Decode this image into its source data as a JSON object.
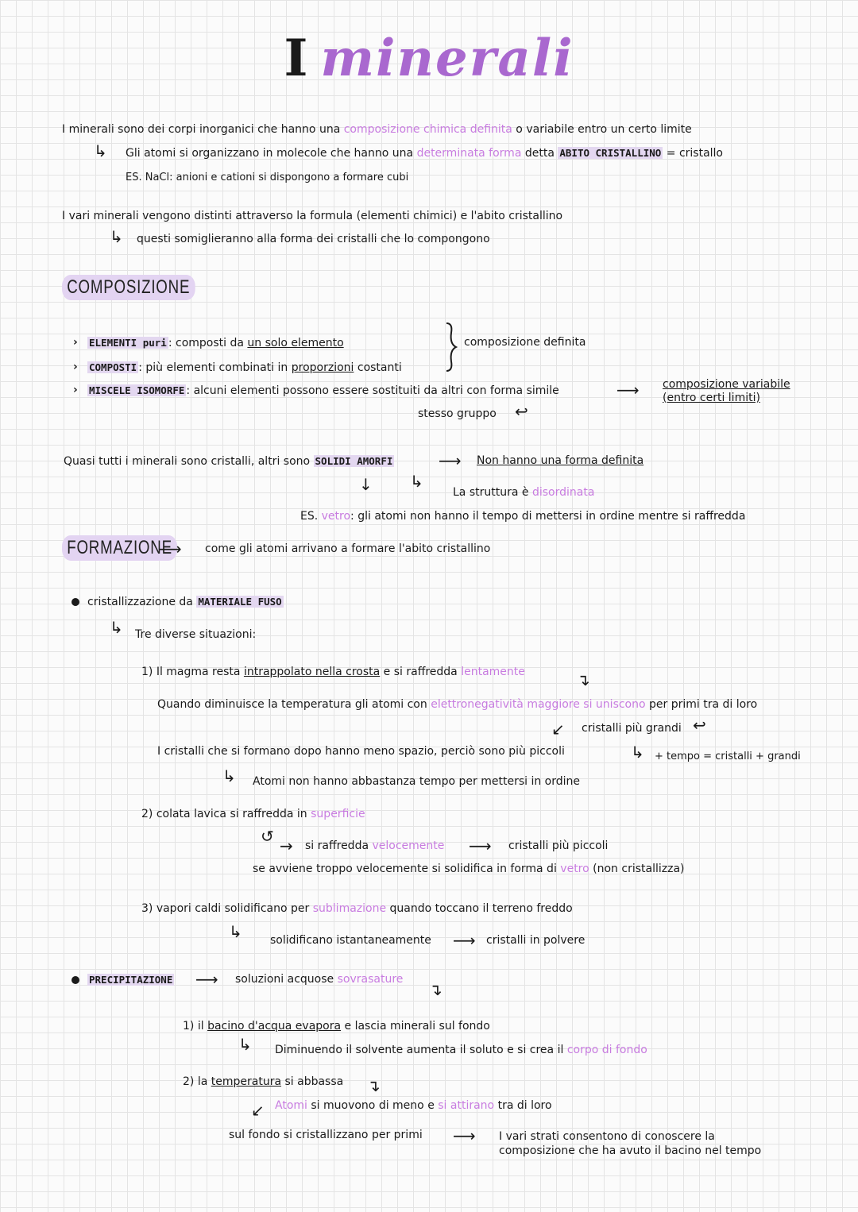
{
  "title": {
    "first": "I",
    "rest": "minerali"
  },
  "intro": {
    "line1_a": "I minerali sono dei corpi inorganici che hanno una ",
    "line1_b": "composizione chimica definita",
    "line1_c": " o variabile entro un certo limite",
    "line2_a": "Gli atomi si organizzano in molecole che hanno una ",
    "line2_b": "determinata forma",
    "line2_c": " detta ",
    "line2_d": "ABITO CRISTALLINO",
    "line2_e": " = cristallo",
    "line3": "ES. NaCl: anioni e cationi si dispongono a formare cubi",
    "line4": "I vari minerali vengono distinti attraverso la formula (elementi chimici) e l'abito cristallino",
    "line5": "questi somiglieranno alla forma dei cristalli che lo compongono"
  },
  "composizione": {
    "heading": "COMPOSIZIONE",
    "item1_key": "ELEMENTI puri",
    "item1_a": ": composti da ",
    "item1_b": "un solo elemento",
    "item2_key": "COMPOSTI",
    "item2_a": ": più elementi combinati in ",
    "item2_b": "proporzioni",
    "item2_c": " costanti",
    "brace_label": "composizione definita",
    "item3_key": "MISCELE ISOMORFE",
    "item3_a": ": alcuni elementi possono essere sostituiti da altri con forma simile",
    "item3_result_1": "composizione variabile",
    "item3_result_2": "(entro certi limiti)",
    "item3_note": "stesso gruppo",
    "amorfi_a": "Quasi tutti i minerali sono cristalli, altri sono ",
    "amorfi_b": "SOLIDI AMORFI",
    "amorfi_result": "Non hanno una forma definita",
    "struttura_a": "La struttura è ",
    "struttura_b": "disordinata",
    "es_a": "ES. ",
    "es_b": "vetro",
    "es_c": ": gli atomi non hanno il tempo di mettersi in ordine mentre si raffredda"
  },
  "formazione": {
    "heading": "FORMAZIONE",
    "desc": "come gli atomi arrivano a formare l'abito cristallino",
    "b1_a": "cristallizzazione da ",
    "b1_b": "MATERIALE FUSO",
    "tre": "Tre diverse situazioni:",
    "s1_a": "1) Il magma resta ",
    "s1_b": "intrappolato nella crosta",
    "s1_c": " e si raffredda ",
    "s1_d": "lentamente",
    "s1_l2_a": "Quando diminuisce la temperatura gli atomi con ",
    "s1_l2_b": "elettronegatività maggiore si uniscono",
    "s1_l2_c": " per primi tra di loro",
    "s1_grandi": "cristalli più grandi",
    "s1_tempo": "+ tempo = cristalli + grandi",
    "s1_l3": "I cristalli che si formano dopo hanno meno spazio, perciò sono più piccoli",
    "s1_l4": "Atomi non hanno abbastanza tempo per mettersi in ordine",
    "s2_a": "2) colata lavica si raffredda in ",
    "s2_b": "superficie",
    "s2_l2_a": "si raffredda ",
    "s2_l2_b": "velocemente",
    "s2_l2_c": "cristalli più piccoli",
    "s2_l3_a": "se avviene troppo velocemente si solidifica in forma di ",
    "s2_l3_b": "vetro",
    "s2_l3_c": " (non cristallizza)",
    "s3_a": "3) vapori caldi solidificano per ",
    "s3_b": "sublimazione",
    "s3_c": " quando toccano il terreno freddo",
    "s3_l2_a": "solidificano istantaneamente",
    "s3_l2_b": "cristalli in polvere",
    "b2": "PRECIPITAZIONE",
    "b2_a": "soluzioni acquose ",
    "b2_b": "sovrasature",
    "p1_a": "1) il ",
    "p1_b": "bacino d'acqua evapora",
    "p1_c": " e lascia minerali sul fondo",
    "p1_l2_a": "Diminuendo il solvente aumenta il soluto e si crea il ",
    "p1_l2_b": "corpo di fondo",
    "p2_a": "2) la ",
    "p2_b": "temperatura",
    "p2_c": " si abbassa",
    "p2_l2_a": "Atomi",
    "p2_l2_b": " si muovono di meno e ",
    "p2_l2_c": "si attirano",
    "p2_l2_d": " tra di loro",
    "p2_l3": "sul fondo si cristallizzano per primi",
    "p2_res_1": "I vari strati consentono di conoscere la",
    "p2_res_2": "composizione che ha avuto il bacino nel tempo"
  }
}
